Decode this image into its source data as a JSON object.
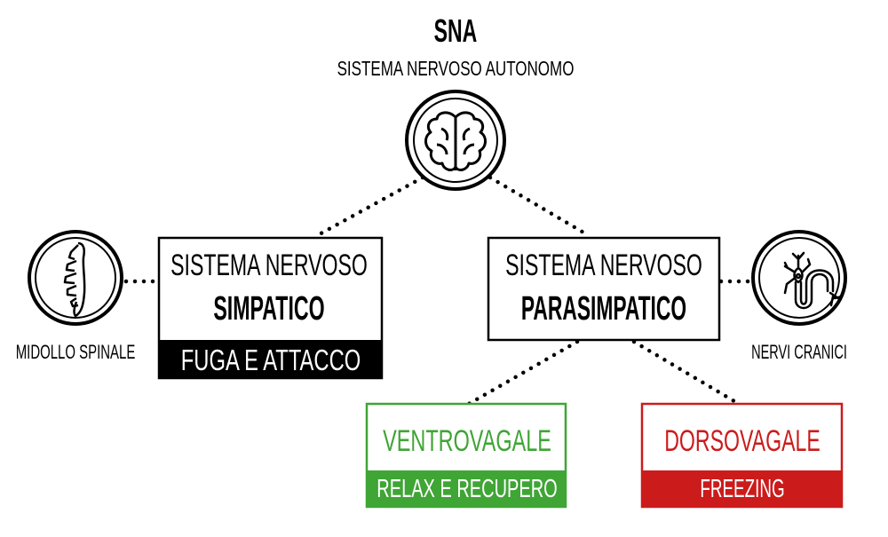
{
  "title": "SNA",
  "subtitle": "SISTEMA NERVOSO AUTONOMO",
  "sympathetic": {
    "line1": "SISTEMA NERVOSO",
    "line2": "SIMPATICO",
    "band": "FUGA E ATTACCO",
    "band_color": "#000000"
  },
  "parasympathetic": {
    "line1": "SISTEMA NERVOSO",
    "line2": "PARASIMPATICO"
  },
  "ventral": {
    "title": "VENTROVAGALE",
    "band": "RELAX E RECUPERO",
    "color": "#3fa535"
  },
  "dorsal": {
    "title": "DORSOVAGALE",
    "band": "FREEZING",
    "color": "#cc1b1b"
  },
  "spine_label": "MIDOLLO SPINALE",
  "cranial_label": "NERVI CRANICI",
  "icons": [
    "brain-icon",
    "spine-icon",
    "neuron-icon"
  ]
}
